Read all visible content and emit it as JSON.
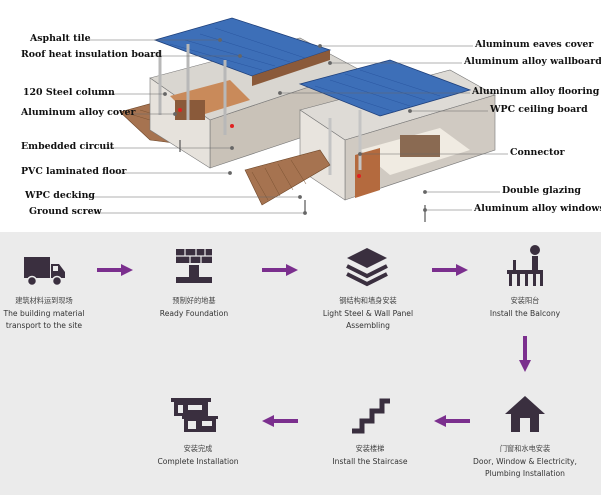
{
  "callouts": {
    "asphalt_tile": "Asphalt tile",
    "roof_heat_insulation": "Roof heat insulation board",
    "steel_column": "120 Steel column",
    "aluminum_alloy_cover": "Aluminum alloy cover",
    "embedded_circuit": "Embedded circuit",
    "pvc_floor": "PVC laminated floor",
    "wpc_decking": "WPC decking",
    "ground_screw": "Ground screw",
    "aluminum_eaves_cover": "Aluminum eaves cover",
    "aluminum_alloy_wallboard": "Aluminum alloy wallboard",
    "aluminum_alloy_flooring": "Aluminum alloy flooring",
    "wpc_ceiling_board": "WPC ceiling board",
    "connector": "Connector",
    "double_glazing": "Double glazing",
    "aluminum_alloy_windows": "Aluminum alloy windows"
  },
  "colors": {
    "accent_purple": "#7b2f8e",
    "icon_dark": "#3a2f3f",
    "roof_blue": "#3d6fb8",
    "deck_brown": "#9a6a45",
    "panel_grey": "#ebebeb"
  },
  "steps": [
    {
      "icon": "truck-icon",
      "cn": "建筑材料运到现场",
      "en1": "The building material",
      "en2": "transport to the site"
    },
    {
      "icon": "foundation-icon",
      "cn": "预制好的地基",
      "en1": "Ready Foundation",
      "en2": ""
    },
    {
      "icon": "layers-icon",
      "cn": "钢结构和墙身安装",
      "en1": "Light Steel & Wall Panel",
      "en2": "Assembling"
    },
    {
      "icon": "balcony-icon",
      "cn": "安装阳台",
      "en1": "Install the Balcony",
      "en2": ""
    },
    {
      "icon": "house-icon",
      "cn": "门窗和水电安装",
      "en1": "Door, Window & Electricity,",
      "en2": "Plumbing Installation"
    },
    {
      "icon": "staircase-icon",
      "cn": "安装楼梯",
      "en1": "Install the Staircase",
      "en2": ""
    },
    {
      "icon": "modular-house-icon",
      "cn": "安装完成",
      "en1": "Complete Installation",
      "en2": ""
    }
  ]
}
